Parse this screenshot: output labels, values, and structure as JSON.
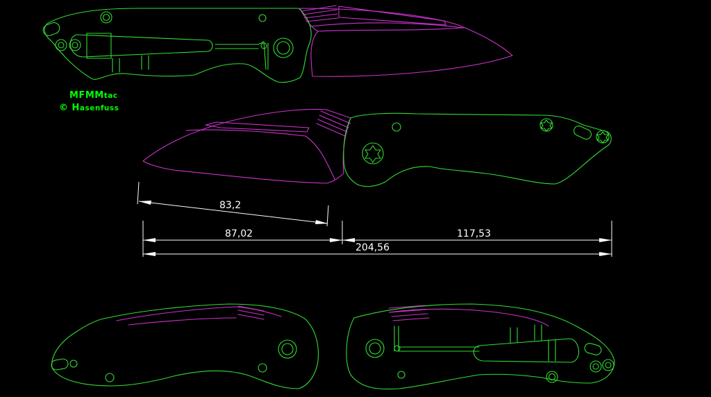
{
  "credits": {
    "line1": {
      "lead": "MFMM",
      "rest": "tac"
    },
    "line2": {
      "lead": "© H",
      "rest": "asenfuss"
    }
  },
  "dimensions": {
    "blade_edge": "83,2",
    "blade": "87,02",
    "handle": "117,53",
    "overall": "204,56"
  },
  "colors": {
    "background": "#000000",
    "handle": "#33dd33",
    "blade": "#cc33cc",
    "dimension": "#ffffff",
    "credit": "#00ff00"
  }
}
